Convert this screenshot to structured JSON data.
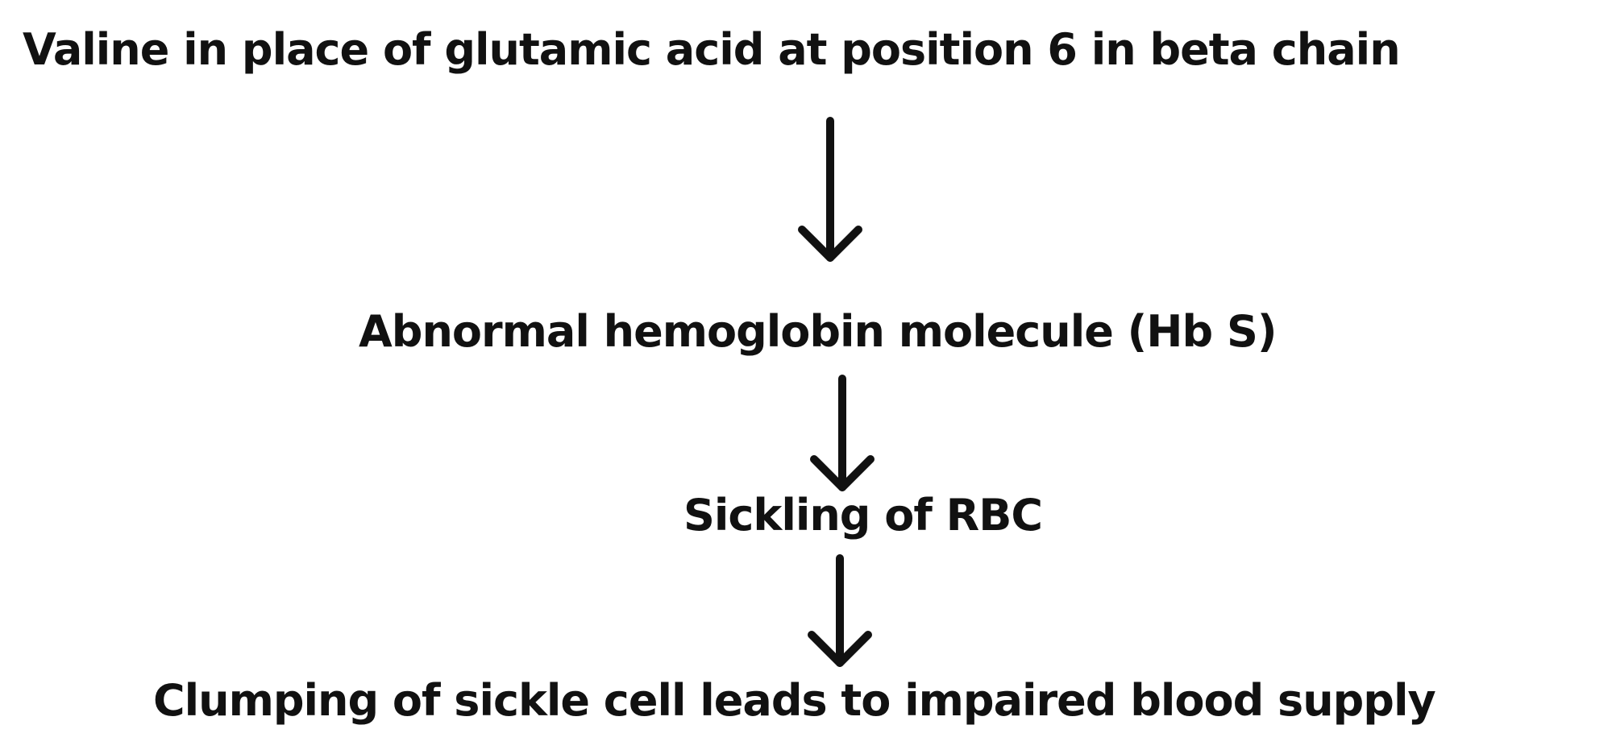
{
  "diagram": {
    "steps": [
      {
        "text": "Valine in place of glutamic acid at position 6 in beta chain"
      },
      {
        "text": "Abnormal hemoglobin molecule (Hb S)"
      },
      {
        "text": "Sickling of RBC"
      },
      {
        "text": "Clumping of sickle cell leads to impaired blood supply"
      }
    ],
    "arrows": [
      {
        "from": "step-1",
        "to": "step-2",
        "direction": "down"
      },
      {
        "from": "step-2",
        "to": "step-3",
        "direction": "down"
      },
      {
        "from": "step-3",
        "to": "step-4",
        "direction": "down"
      }
    ],
    "colors": {
      "text": "#111111",
      "arrow": "#111111",
      "background": "#ffffff"
    }
  }
}
